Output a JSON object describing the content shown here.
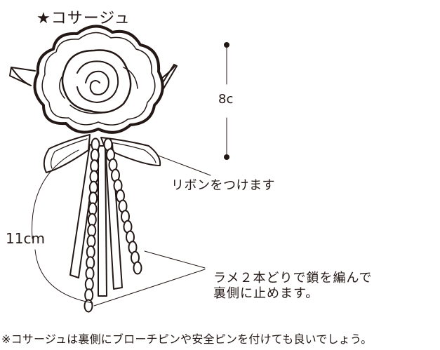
{
  "title": "★コサージュ",
  "length_label": "8c",
  "ribbon_label": "リボンをつけます",
  "height_label": "11cm",
  "chain_note_lines": [
    "ラメ２本どりで鎖を編んで",
    "裏側に止めます。"
  ],
  "footnote": "※コサージュは裏側にブローチピンや安全ピンを付けても良いでしょう。",
  "colors": {
    "line": "#231815",
    "fill": "#ffffff",
    "dot": "#231815"
  }
}
